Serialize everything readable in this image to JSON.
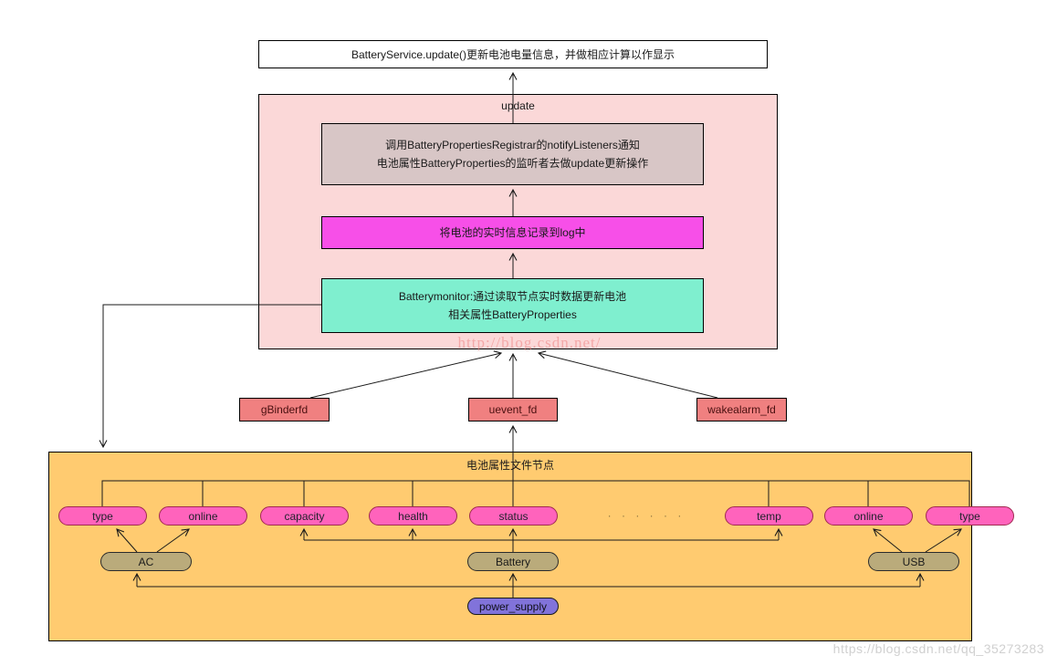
{
  "title_box": {
    "text": "BatteryService.update()更新电池电量信息，并做相应计算以作显示"
  },
  "update_group": {
    "label": "update",
    "notify_line1": "调用BatteryPropertiesRegistrar的notifyListeners通知",
    "notify_line2": "电池属性BatteryProperties的监听者去做update更新操作",
    "log_text": "将电池的实时信息记录到log中",
    "monitor_line1": "Batterymonitor:通过读取节点实时数据更新电池",
    "monitor_line2": "相关属性BatteryProperties"
  },
  "fd_boxes": [
    "gBinderfd",
    "uevent_fd",
    "wakealarm_fd"
  ],
  "file_node_panel": {
    "title": "电池属性文件节点",
    "node_ovals": [
      "type",
      "online",
      "capacity",
      "health",
      "status",
      "temp",
      "online",
      "type"
    ],
    "ellipsis": "· · · · · ·",
    "supplier_ovals": [
      "AC",
      "Battery",
      "USB"
    ],
    "root_oval": "power_supply"
  },
  "watermarks": {
    "center": "http://blog.csdn.net/",
    "bottom_right": "https://blog.csdn.net/qq_35273283"
  },
  "colors": {
    "update_panel_bg": "#FBD8D8",
    "notify_box_bg": "#D8C6C6",
    "log_box_bg": "#F74FE8",
    "monitor_box_bg": "#7FEFCF",
    "fd_box_bg": "#F08080",
    "file_panel_bg": "#FFCB70",
    "node_oval_bg": "#FF63BC",
    "supplier_oval_bg": "#BAAB7B",
    "root_oval_bg": "#8173DA"
  }
}
